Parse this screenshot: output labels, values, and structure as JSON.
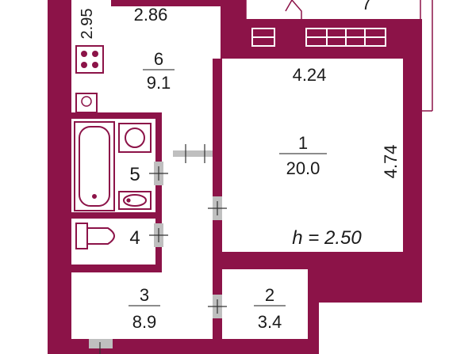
{
  "plan": {
    "rooms": [
      {
        "number": "6",
        "area": "9.1"
      },
      {
        "number": "1",
        "area": "20.0"
      },
      {
        "number": "5",
        "area": ""
      },
      {
        "number": "4",
        "area": ""
      },
      {
        "number": "3",
        "area": "8.9"
      },
      {
        "number": "2",
        "area": "3.4"
      },
      {
        "number": "7",
        "area": ""
      }
    ],
    "dimensions": {
      "kitchen_width": "2.86",
      "kitchen_height": "2.95",
      "living_width": "4.24",
      "living_depth": "4.74"
    },
    "ceiling_height": "h = 2.50",
    "wall_color": "#8c1348"
  }
}
